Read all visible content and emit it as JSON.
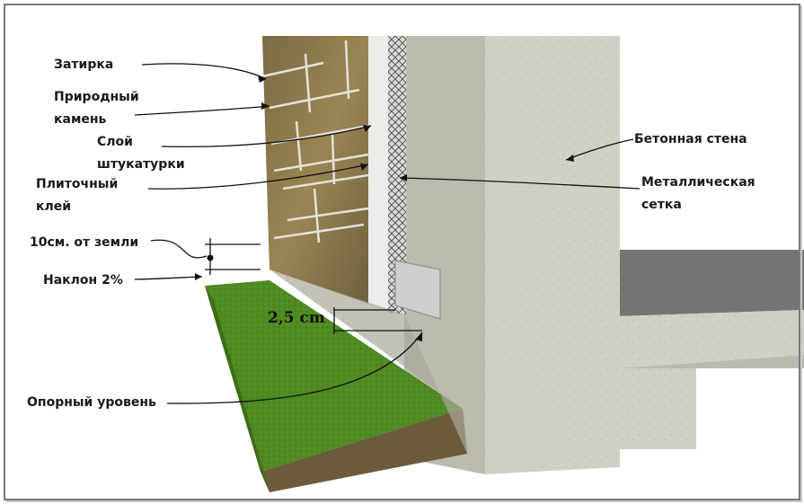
{
  "labels": {
    "grout": "Затирка",
    "natural_stone_1": "Природный",
    "natural_stone_2": "камень",
    "plaster_layer_1": "Слой",
    "plaster_layer_2": "штукатурки",
    "tile_adhesive_1": "Плиточный",
    "tile_adhesive_2": "клей",
    "height_from_ground": "10см. от земли",
    "slope": "Наклон 2%",
    "support_level": "Опорный уровень",
    "concrete_wall": "Бетонная стена",
    "metal_mesh_1": "Металлическая",
    "metal_mesh_2": "сетка",
    "gap_dimension": "2,5 cm"
  },
  "colors": {
    "concrete": "#d2d0c6",
    "concrete_shadow": "#a9a69a",
    "stone": "#8c7a4e",
    "grass": "#4f8a22",
    "soil": "#6b5a3c",
    "plaster": "#ecebe6",
    "mesh": "#555555"
  }
}
